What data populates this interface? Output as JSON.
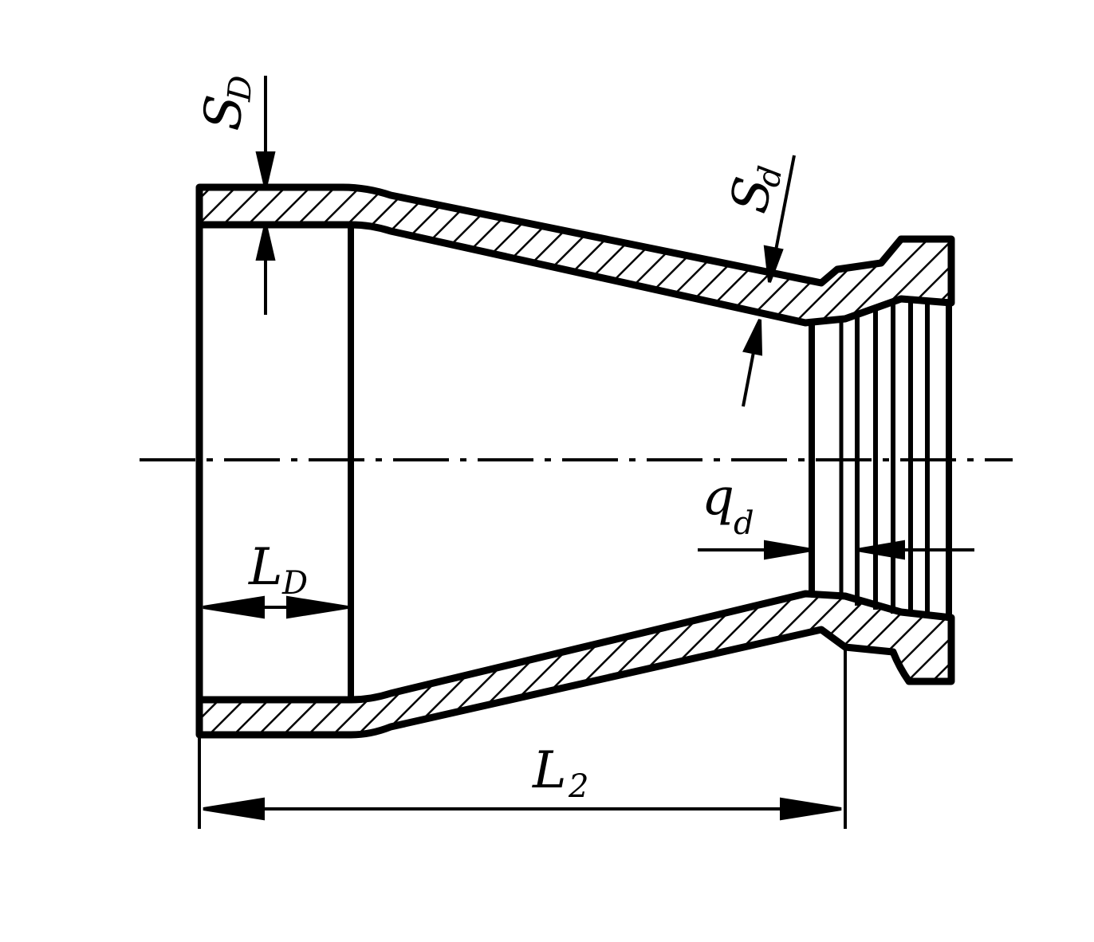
{
  "diagram": {
    "type": "technical-section-drawing",
    "colors": {
      "ink": "#000000",
      "paper": "#ffffff"
    },
    "labels": {
      "sD": {
        "main": "S",
        "sub": "D"
      },
      "sd": {
        "main": "S",
        "sub": "d"
      },
      "qd": {
        "main": "q",
        "sub": "d"
      },
      "lD": {
        "main": "L",
        "sub": "D"
      },
      "l2": {
        "main": "L",
        "sub": "2"
      }
    }
  }
}
